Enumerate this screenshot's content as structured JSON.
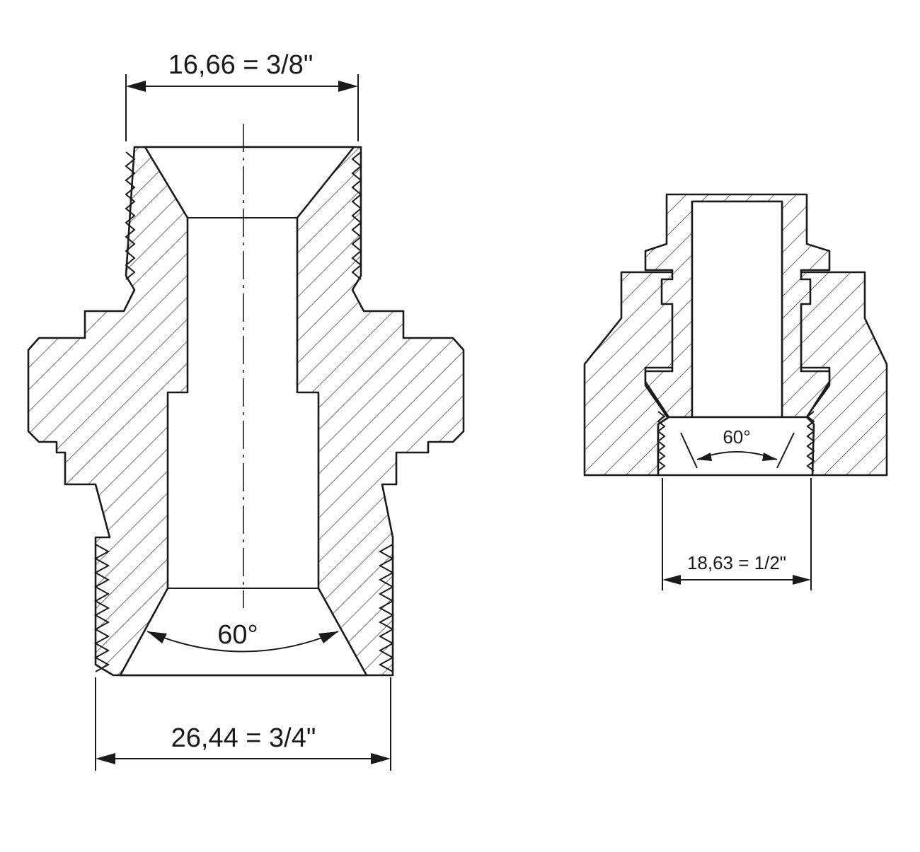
{
  "fitting_left": {
    "top_dimension": "16,66 = 3/8\"",
    "bottom_dimension": "26,44 = 3/4\"",
    "cone_angle": "60°"
  },
  "fitting_right": {
    "bottom_dimension": "18,63 = 1/2\"",
    "cone_angle": "60°"
  }
}
